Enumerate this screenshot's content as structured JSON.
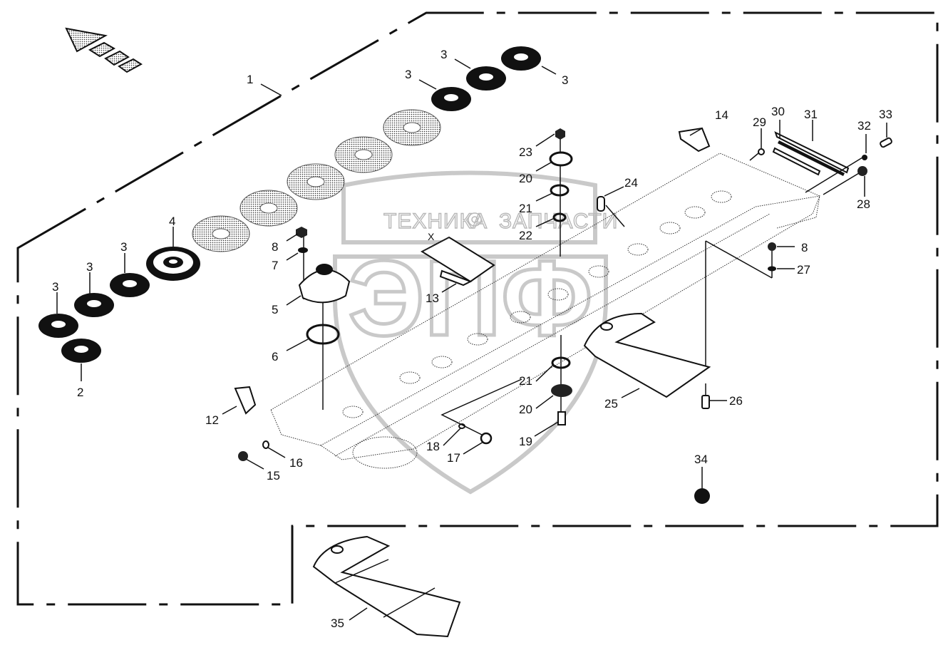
{
  "diagram": {
    "type": "exploded-parts-diagram",
    "subject": "Cutter bar assembly",
    "watermark": {
      "top_text_left": "ТЕХНИКА",
      "top_text_right": "ЗАПЧАСТИ",
      "logo_letters": "ЭПФ",
      "gear_icon": "gear-icon"
    },
    "direction_indicator": "travel-direction-arrow",
    "callouts": [
      {
        "id": "c1",
        "label": "1"
      },
      {
        "id": "c2",
        "label": "2"
      },
      {
        "id": "c3a",
        "label": "3"
      },
      {
        "id": "c3b",
        "label": "3"
      },
      {
        "id": "c3c",
        "label": "3"
      },
      {
        "id": "c3d",
        "label": "3"
      },
      {
        "id": "c3e",
        "label": "3"
      },
      {
        "id": "c3f",
        "label": "3"
      },
      {
        "id": "c4",
        "label": "4"
      },
      {
        "id": "c5",
        "label": "5"
      },
      {
        "id": "c6",
        "label": "6"
      },
      {
        "id": "c7",
        "label": "7"
      },
      {
        "id": "c8a",
        "label": "8"
      },
      {
        "id": "c8b",
        "label": "8"
      },
      {
        "id": "c12",
        "label": "12"
      },
      {
        "id": "c13",
        "label": "13"
      },
      {
        "id": "c14",
        "label": "14"
      },
      {
        "id": "c15",
        "label": "15"
      },
      {
        "id": "c16",
        "label": "16"
      },
      {
        "id": "c17",
        "label": "17"
      },
      {
        "id": "c18",
        "label": "18"
      },
      {
        "id": "c19",
        "label": "19"
      },
      {
        "id": "c20a",
        "label": "20"
      },
      {
        "id": "c20b",
        "label": "20"
      },
      {
        "id": "c21a",
        "label": "21"
      },
      {
        "id": "c21b",
        "label": "21"
      },
      {
        "id": "c22",
        "label": "22"
      },
      {
        "id": "c23",
        "label": "23"
      },
      {
        "id": "c24",
        "label": "24"
      },
      {
        "id": "c25",
        "label": "25"
      },
      {
        "id": "c26",
        "label": "26"
      },
      {
        "id": "c27",
        "label": "27"
      },
      {
        "id": "c28",
        "label": "28"
      },
      {
        "id": "c29",
        "label": "29"
      },
      {
        "id": "c30",
        "label": "30"
      },
      {
        "id": "c31",
        "label": "31"
      },
      {
        "id": "c32",
        "label": "32"
      },
      {
        "id": "c33",
        "label": "33"
      },
      {
        "id": "c34",
        "label": "34"
      },
      {
        "id": "c35",
        "label": "35"
      }
    ],
    "dimension_marker": "X"
  }
}
